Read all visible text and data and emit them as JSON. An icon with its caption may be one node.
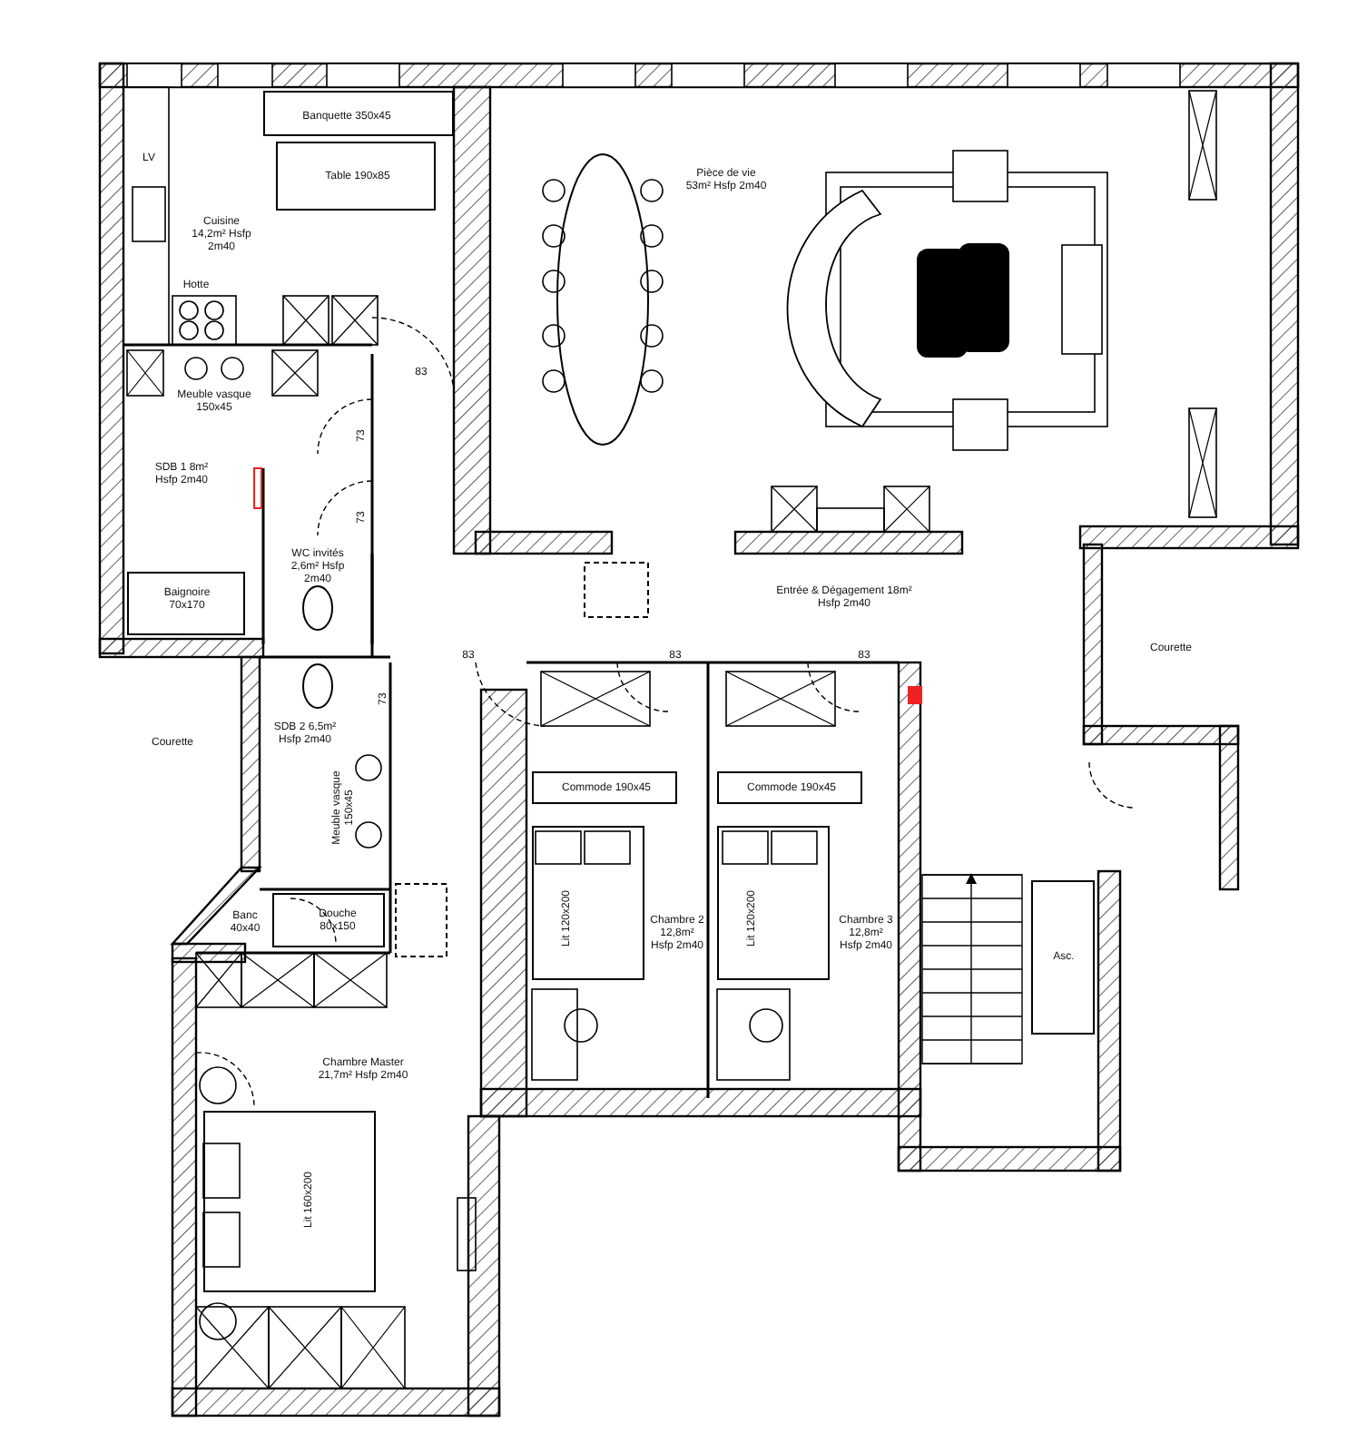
{
  "diagram": {
    "nodes": [
      {
        "text": [
          "Cuisine 14,2m² Hsfp 2m40"
        ]
      },
      {
        "text": [
          "Banquette 350x45"
        ],
        "in": 0
      },
      {
        "text": [
          "Table 190x85"
        ],
        "in": 0
      },
      {
        "text": [
          "Pièce de vie 53m² Hsfp 2m40"
        ]
      },
      {
        "text": [
          "SDB 1 8m² Hsfp 2m40"
        ]
      },
      {
        "text": [
          "Meuble vasque 150x45"
        ],
        "in": 4
      },
      {
        "text": [
          "WC invités 2,6m² Hsfp 2m40"
        ]
      },
      {
        "text": [
          "Baignoire 70x170"
        ],
        "in": 4
      },
      {
        "text": [
          "Entrée & Dégagement 18m² Hsfp 2m40"
        ]
      },
      {
        "text": [
          "SDB 2 6,5m² Hsfp 2m40"
        ]
      },
      {
        "text": [
          "Meuble vasque 150x45"
        ],
        "in": 9
      },
      {
        "text": [
          "Douche 80x150"
        ],
        "in": 9
      },
      {
        "text": [
          "Banc 40x40"
        ]
      },
      {
        "text": [
          "Chambre 2 12,8m² Hsfp 2m40"
        ]
      },
      {
        "text": [
          "Commode 190x45"
        ],
        "in": 13
      },
      {
        "text": [
          "Lit 120x200"
        ],
        "in": 13
      },
      {
        "text": [
          "Chambre 3 12,8m² Hsfp 2m40"
        ]
      },
      {
        "text": [
          "Commode 190x45"
        ],
        "in": 16
      },
      {
        "text": [
          "Lit 120x200"
        ],
        "in": 16
      },
      {
        "text": [
          "Asc."
        ]
      },
      {
        "text": [
          "Chambre Master 21,7m² Hsfp 2m40"
        ]
      },
      {
        "text": [
          "Lit 160x200"
        ],
        "in": 20
      }
    ],
    "labels": [
      "LV",
      "Hotte",
      "83",
      "73",
      "73",
      "Courette",
      "83",
      "83",
      "83",
      "73",
      "Courette"
    ]
  }
}
